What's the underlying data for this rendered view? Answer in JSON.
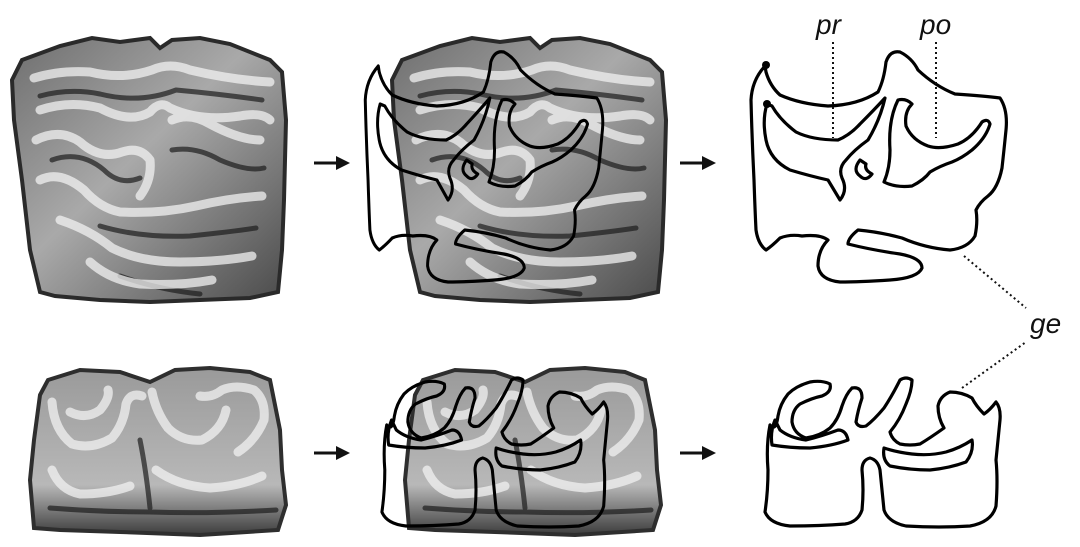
{
  "labels": {
    "protoloph": "pr",
    "postloph": "po",
    "enamel": "ge"
  },
  "colors": {
    "outline": "#000000",
    "photo_dark": "#3a3a3a",
    "photo_light": "#b9b9b9",
    "background": "#ffffff"
  },
  "icons": {
    "arrow": "right-arrow-icon"
  }
}
